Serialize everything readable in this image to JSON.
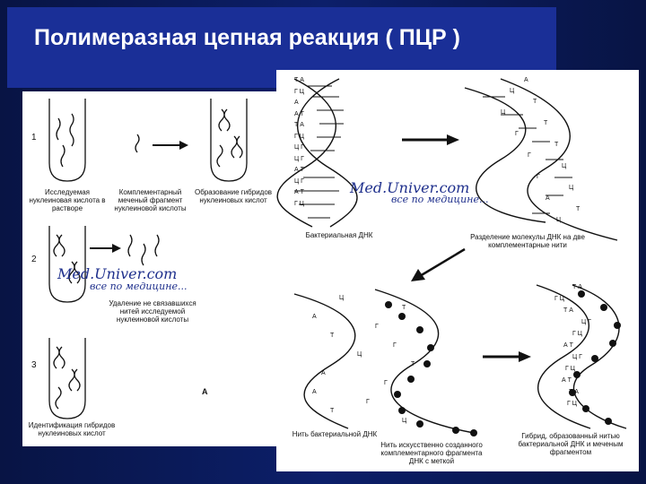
{
  "slide": {
    "title": "Полимеразная цепная реакция ( ПЦР )"
  },
  "left_panel": {
    "steps": [
      "1",
      "2",
      "3"
    ],
    "labels": {
      "step1_tube": "Исследуемая нуклеиновая кислота в растворе",
      "step1_fragment": "Комплементарный меченый фрагмент нуклеиновой кислоты",
      "step1_hybrid": "Образование гибридов нуклеиновых кислот",
      "step2_removal": "Удаление не связавшихся нитей исследуемой нуклеиновой кислоты",
      "step3_ident": "Идентификация гибридов нуклеиновых кислот"
    },
    "letter_a": "А"
  },
  "right_panel": {
    "labels": {
      "bacterial_dna": "Бактериальная ДНК",
      "separation": "Разделение молекулы ДНК на две комплементарные нити",
      "bacterial_strand": "Нить бактериальной ДНК",
      "artificial_strand": "Нить искусственно созданного комплементарного фрагмента ДНК с меткой",
      "hybrid": "Гибрид, образованный нитью бактериальной ДНК и меченым фрагментом"
    },
    "bases_top_left": [
      "Т А",
      "Г Ц",
      "А",
      "А Т",
      "Т А",
      "Г Ц",
      "Ц Г",
      "Ц Г",
      "А Т",
      "Ц Г",
      "А Т",
      "Г Ц"
    ],
    "bases_top_right": [
      "А",
      "Ц",
      "Т",
      "Ц",
      "Т",
      "Г",
      "Т",
      "Г",
      "Ц",
      "Г",
      "Ц",
      "А",
      "Т",
      "Ц"
    ],
    "bases_bottom_left": [
      "Ц",
      "Т",
      "А",
      "Г",
      "Т",
      "Г",
      "Ц",
      "Т",
      "А",
      "Г",
      "А",
      "Г",
      "Т",
      "Ц"
    ],
    "bases_bottom_right": [
      "Т А",
      "Г Ц",
      "Т А",
      "Ц Г",
      "Г Ц",
      "А Т",
      "Ц Г",
      "Г Ц",
      "А Т",
      "Т А",
      "Г Ц"
    ]
  },
  "watermarks": {
    "main": "Med.Univer.com",
    "sub": "все по медицине..."
  }
}
